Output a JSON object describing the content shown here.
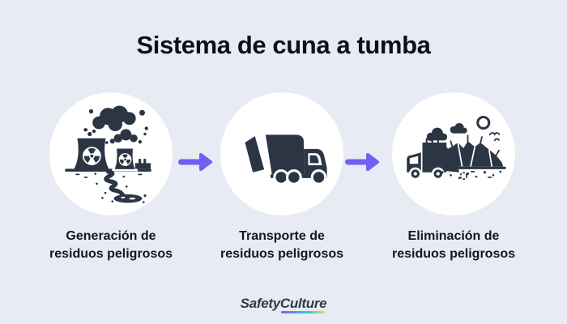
{
  "title": "Sistema de cuna a tumba",
  "steps": [
    {
      "id": "generation",
      "icon": "nuclear-plant-pollution-icon",
      "label_line1": "Generación de",
      "label_line2": "residuos peligrosos"
    },
    {
      "id": "transport",
      "icon": "garbage-truck-icon",
      "label_line1": "Transporte de",
      "label_line2": "residuos peligrosos"
    },
    {
      "id": "disposal",
      "icon": "landfill-icon",
      "label_line1": "Eliminación de",
      "label_line2": "residuos peligrosos"
    }
  ],
  "arrows": {
    "count": 2,
    "direction": "right"
  },
  "footer": {
    "brand_part1": "Safety",
    "brand_part2": "Culture",
    "underline_gradient": [
      "#7b5bf5",
      "#4da9f2",
      "#2fd3c4",
      "#f6d84a"
    ]
  },
  "colors": {
    "page-bg": "#e8ebf3",
    "circle-bg": "#ffffff",
    "icon-ink": "#2b3544",
    "title-ink": "#0e0f17",
    "label-ink": "#15161e",
    "arrow": "#6f5ff2",
    "brand-ink": "#2f3b4c"
  }
}
